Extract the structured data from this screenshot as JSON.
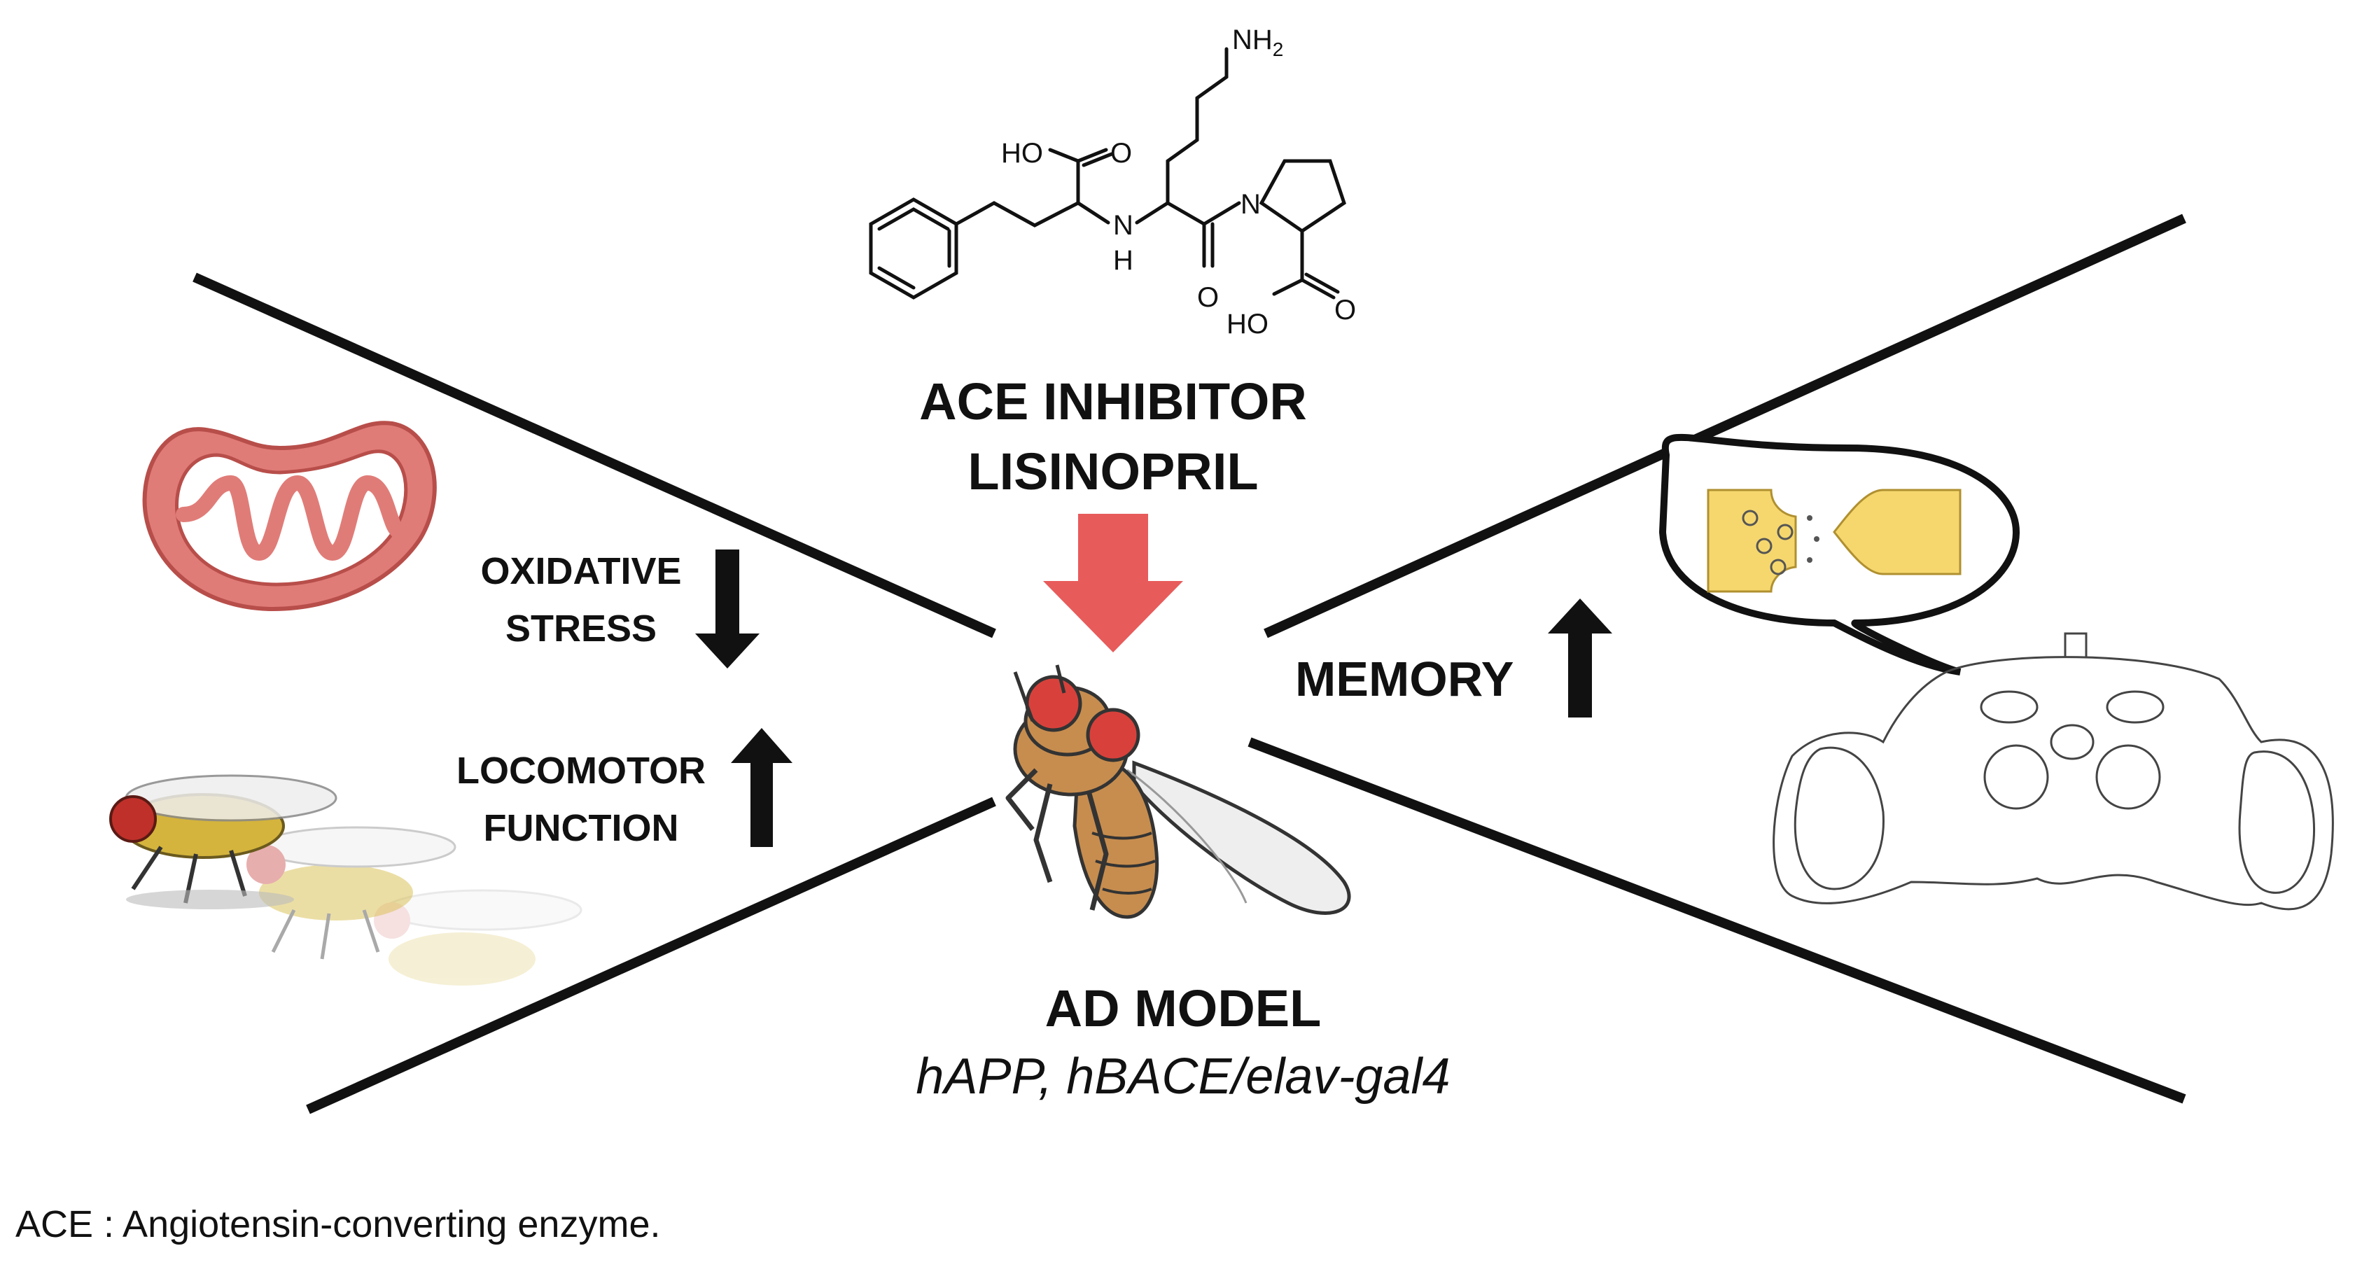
{
  "lisinopril_structure": {
    "amine": "NH",
    "amine_subscript": "2",
    "acid_top_ho": "HO",
    "acid_top_o": "O",
    "amide_nh": "N",
    "amide_h": "H",
    "carbonyl_o": "O",
    "ring_n": "N",
    "acid_bottom_ho": "HO",
    "acid_bottom_o": "O"
  },
  "drug": {
    "line1": "ACE INHIBITOR",
    "line2": "LISINOPRIL"
  },
  "effects": {
    "oxidative_stress": {
      "line1": "OXIDATIVE",
      "line2": "STRESS",
      "direction": "down"
    },
    "locomotor": {
      "line1": "LOCOMOTOR",
      "line2": "FUNCTION",
      "direction": "up"
    },
    "memory": {
      "label": "MEMORY",
      "direction": "up"
    }
  },
  "model": {
    "title": "AD MODEL",
    "genotype": "hAPP, hBACE/elav-gal4"
  },
  "footnote": "ACE : Angiotensin-converting enzyme.",
  "colors": {
    "drug_arrow": "#e85b5b",
    "mitochondria": "#e07c78",
    "fly_body": "#c78d4e",
    "fly_eye": "#d8413b",
    "synapse": "#f5d76e",
    "lines": "#111111"
  }
}
